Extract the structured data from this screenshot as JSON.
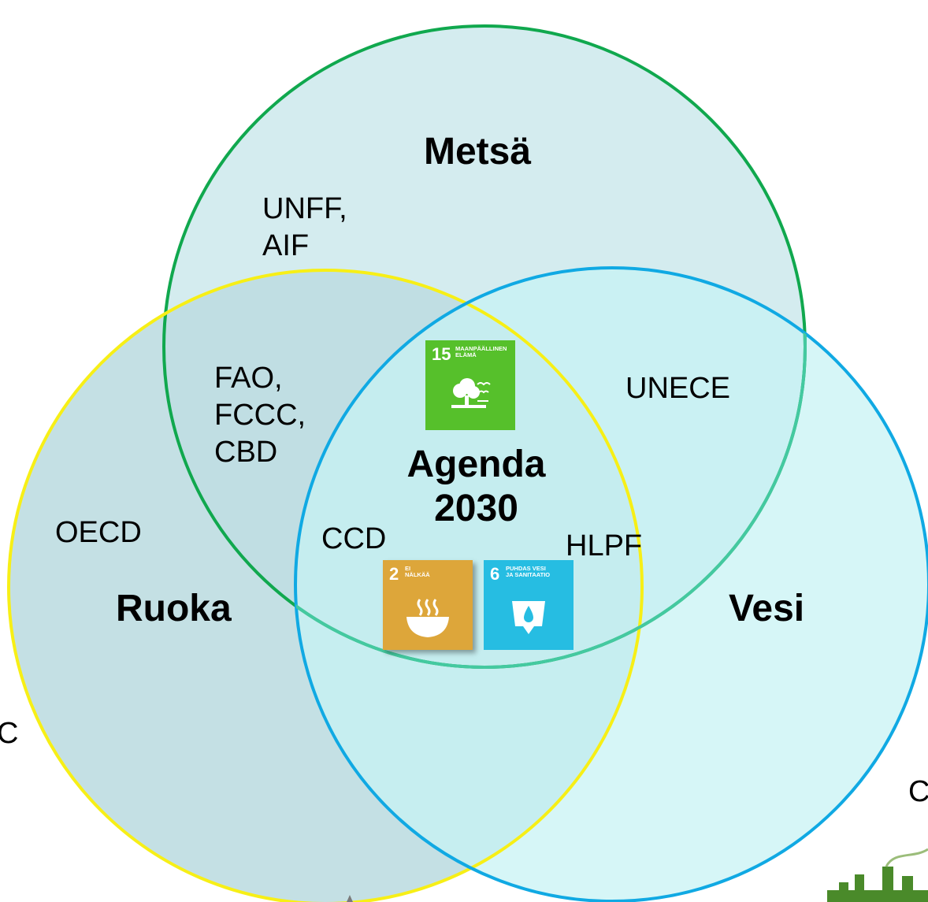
{
  "circles": {
    "forest": {
      "label": "Metsä",
      "stroke": "#10a84e",
      "fill": "#d4ecef"
    },
    "food": {
      "label": "Ruoka",
      "stroke": "#f7ef16",
      "fill": "#bedde1"
    },
    "water": {
      "label": "Vesi",
      "stroke": "#10a9e3",
      "fill": "#c6f2f4"
    }
  },
  "center_label": [
    "Agenda",
    "2030"
  ],
  "organizations": {
    "forest_only": [
      "UNFF,",
      "AIF"
    ],
    "forest_food": [
      "FAO,",
      "FCCC,",
      "CBD"
    ],
    "forest_water": [
      "UNECE"
    ],
    "food_only": [
      "OECD"
    ],
    "center_left": [
      "CCD"
    ],
    "center_right": [
      "HLPF"
    ]
  },
  "cut_off_text": {
    "left": "C",
    "right": "C"
  },
  "sdg_goals": [
    {
      "number": "15",
      "title": "MAANPÄÄLLINEN\nELÄMÄ",
      "color": "#56c02b",
      "icon": "tree-icon"
    },
    {
      "number": "2",
      "title": "EI\nNÄLKÄÄ",
      "color": "#dda63a",
      "icon": "bowl-icon"
    },
    {
      "number": "6",
      "title": "PUHDAS VESI\nJA SANITAATIO",
      "color": "#26bde2",
      "icon": "water-icon"
    }
  ],
  "decorations": {
    "factory_color": "#4a8a2a"
  }
}
